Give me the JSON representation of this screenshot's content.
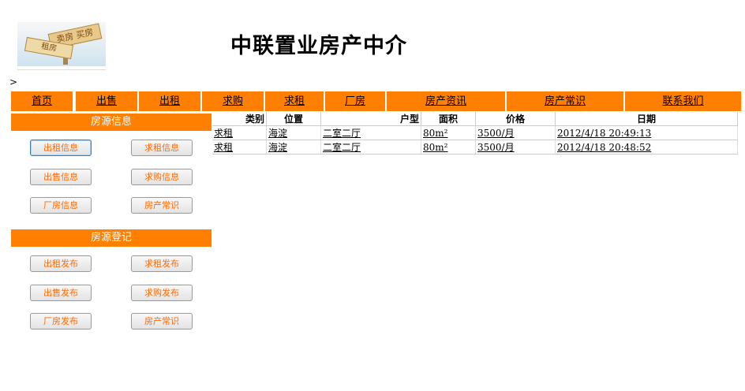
{
  "header": {
    "logo_text_1": "卖房 买房",
    "logo_text_2": "租房",
    "title": "中联置业房产中介",
    "caret": ">"
  },
  "nav": {
    "items": [
      {
        "label": "首页"
      },
      {
        "label": "出售"
      },
      {
        "label": "出租"
      },
      {
        "label": "求购"
      },
      {
        "label": "求租"
      },
      {
        "label": "厂房"
      },
      {
        "label": "房产资讯"
      },
      {
        "label": "房产常识"
      },
      {
        "label": "联系我们"
      }
    ]
  },
  "sidebar": {
    "info_heading": "房源信息",
    "info_buttons": [
      "出租信息",
      "求租信息",
      "出售信息",
      "求购信息",
      "厂房信息",
      "房产常识"
    ],
    "register_heading": "房源登记",
    "register_buttons": [
      "出租发布",
      "求租发布",
      "出售发布",
      "求购发布",
      "厂房发布",
      "房产常识"
    ]
  },
  "listing": {
    "columns": [
      "类别",
      "位置",
      "户型",
      "面积",
      "价格",
      "日期"
    ],
    "rows": [
      [
        "求租",
        "海淀",
        "二室二厅",
        "80m²",
        "3500/月",
        "2012/4/18 20:49:13"
      ],
      [
        "求租",
        "海淀",
        "二室二厅",
        "80m²",
        "3500/月",
        "2012/4/18 20:48:52"
      ]
    ]
  },
  "colors": {
    "accent": "#ff7f00",
    "button_text": "#ff6a00"
  }
}
